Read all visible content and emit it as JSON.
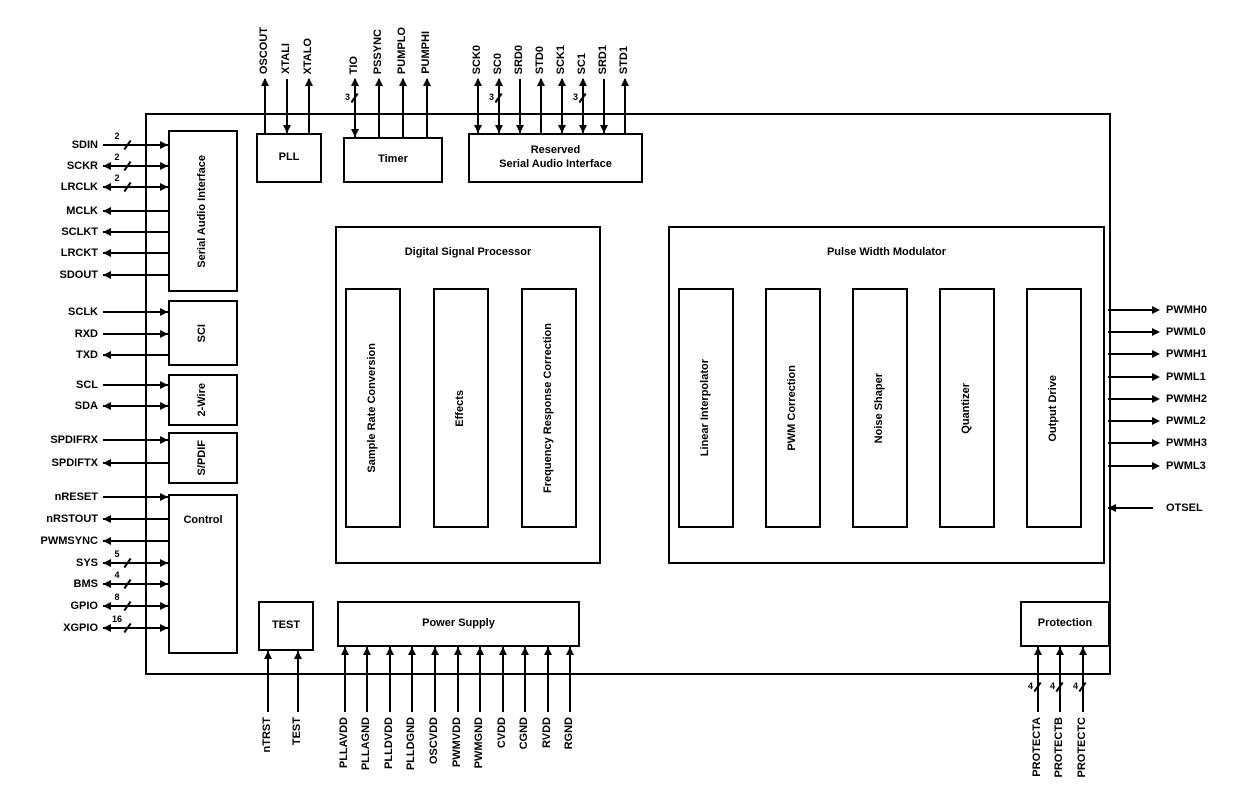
{
  "diagram": {
    "blocks": {
      "sai": "Serial Audio Interface",
      "pll": "PLL",
      "timer": "Timer",
      "rsai_line1": "Reserved",
      "rsai_line2": "Serial Audio Interface",
      "sci": "SCI",
      "two_wire": "2-Wire",
      "spdif": "S/PDIF",
      "control": "Control",
      "dsp": "Digital Signal Processor",
      "dsp_sub": [
        "Sample Rate Conversion",
        "Effects",
        "Frequency Response Correction"
      ],
      "pwm": "Pulse Width Modulator",
      "pwm_sub": [
        "Linear Interpolator",
        "PWM Correction",
        "Noise Shaper",
        "Quantizer",
        "Output Drive"
      ],
      "test": "TEST",
      "power": "Power Supply",
      "protection": "Protection"
    },
    "pins": {
      "left": [
        {
          "label": "SDIN",
          "dir": "in",
          "bus": "2"
        },
        {
          "label": "SCKR",
          "dir": "bidir",
          "bus": "2"
        },
        {
          "label": "LRCLK",
          "dir": "bidir",
          "bus": "2"
        },
        {
          "label": "MCLK",
          "dir": "out"
        },
        {
          "label": "SCLKT",
          "dir": "out"
        },
        {
          "label": "LRCKT",
          "dir": "out"
        },
        {
          "label": "SDOUT",
          "dir": "out"
        },
        {
          "label": "SCLK",
          "dir": "in"
        },
        {
          "label": "RXD",
          "dir": "in"
        },
        {
          "label": "TXD",
          "dir": "out"
        },
        {
          "label": "SCL",
          "dir": "in"
        },
        {
          "label": "SDA",
          "dir": "bidir"
        },
        {
          "label": "SPDIFRX",
          "dir": "in"
        },
        {
          "label": "SPDIFTX",
          "dir": "out"
        },
        {
          "label": "nRESET",
          "dir": "in"
        },
        {
          "label": "nRSTOUT",
          "dir": "out"
        },
        {
          "label": "PWMSYNC",
          "dir": "out"
        },
        {
          "label": "SYS",
          "dir": "bidir",
          "bus": "5"
        },
        {
          "label": "BMS",
          "dir": "bidir",
          "bus": "4"
        },
        {
          "label": "GPIO",
          "dir": "bidir",
          "bus": "8"
        },
        {
          "label": "XGPIO",
          "dir": "bidir",
          "bus": "16"
        }
      ],
      "top": [
        {
          "label": "OSCOUT",
          "dir": "out"
        },
        {
          "label": "XTALI",
          "dir": "in"
        },
        {
          "label": "XTALO",
          "dir": "out"
        },
        {
          "label": "TIO",
          "dir": "bidir",
          "bus": "3"
        },
        {
          "label": "PSSYNC",
          "dir": "out"
        },
        {
          "label": "PUMPLO",
          "dir": "out"
        },
        {
          "label": "PUMPHI",
          "dir": "out"
        },
        {
          "label": "SCK0",
          "dir": "bidir"
        },
        {
          "label": "SC0",
          "dir": "bidir",
          "bus": "3"
        },
        {
          "label": "SRD0",
          "dir": "in"
        },
        {
          "label": "STD0",
          "dir": "out"
        },
        {
          "label": "SCK1",
          "dir": "bidir"
        },
        {
          "label": "SC1",
          "dir": "bidir",
          "bus": "3"
        },
        {
          "label": "SRD1",
          "dir": "in"
        },
        {
          "label": "STD1",
          "dir": "out"
        }
      ],
      "right": [
        {
          "label": "PWMH0",
          "dir": "out"
        },
        {
          "label": "PWML0",
          "dir": "out"
        },
        {
          "label": "PWMH1",
          "dir": "out"
        },
        {
          "label": "PWML1",
          "dir": "out"
        },
        {
          "label": "PWMH2",
          "dir": "out"
        },
        {
          "label": "PWML2",
          "dir": "out"
        },
        {
          "label": "PWMH3",
          "dir": "out"
        },
        {
          "label": "PWML3",
          "dir": "out"
        },
        {
          "label": "OTSEL",
          "dir": "in"
        }
      ],
      "bottom": [
        {
          "label": "nTRST",
          "dir": "in"
        },
        {
          "label": "TEST",
          "dir": "in"
        },
        {
          "label": "PLLAVDD",
          "dir": "in"
        },
        {
          "label": "PLLAGND",
          "dir": "in"
        },
        {
          "label": "PLLDVDD",
          "dir": "in"
        },
        {
          "label": "PLLDGND",
          "dir": "in"
        },
        {
          "label": "OSCVDD",
          "dir": "in"
        },
        {
          "label": "PWMVDD",
          "dir": "in"
        },
        {
          "label": "PWMGND",
          "dir": "in"
        },
        {
          "label": "CVDD",
          "dir": "in"
        },
        {
          "label": "CGND",
          "dir": "in"
        },
        {
          "label": "RVDD",
          "dir": "in"
        },
        {
          "label": "RGND",
          "dir": "in"
        },
        {
          "label": "PROTECTA",
          "dir": "in",
          "bus": "4"
        },
        {
          "label": "PROTECTB",
          "dir": "in",
          "bus": "4"
        },
        {
          "label": "PROTECTC",
          "dir": "in",
          "bus": "4"
        }
      ]
    }
  }
}
